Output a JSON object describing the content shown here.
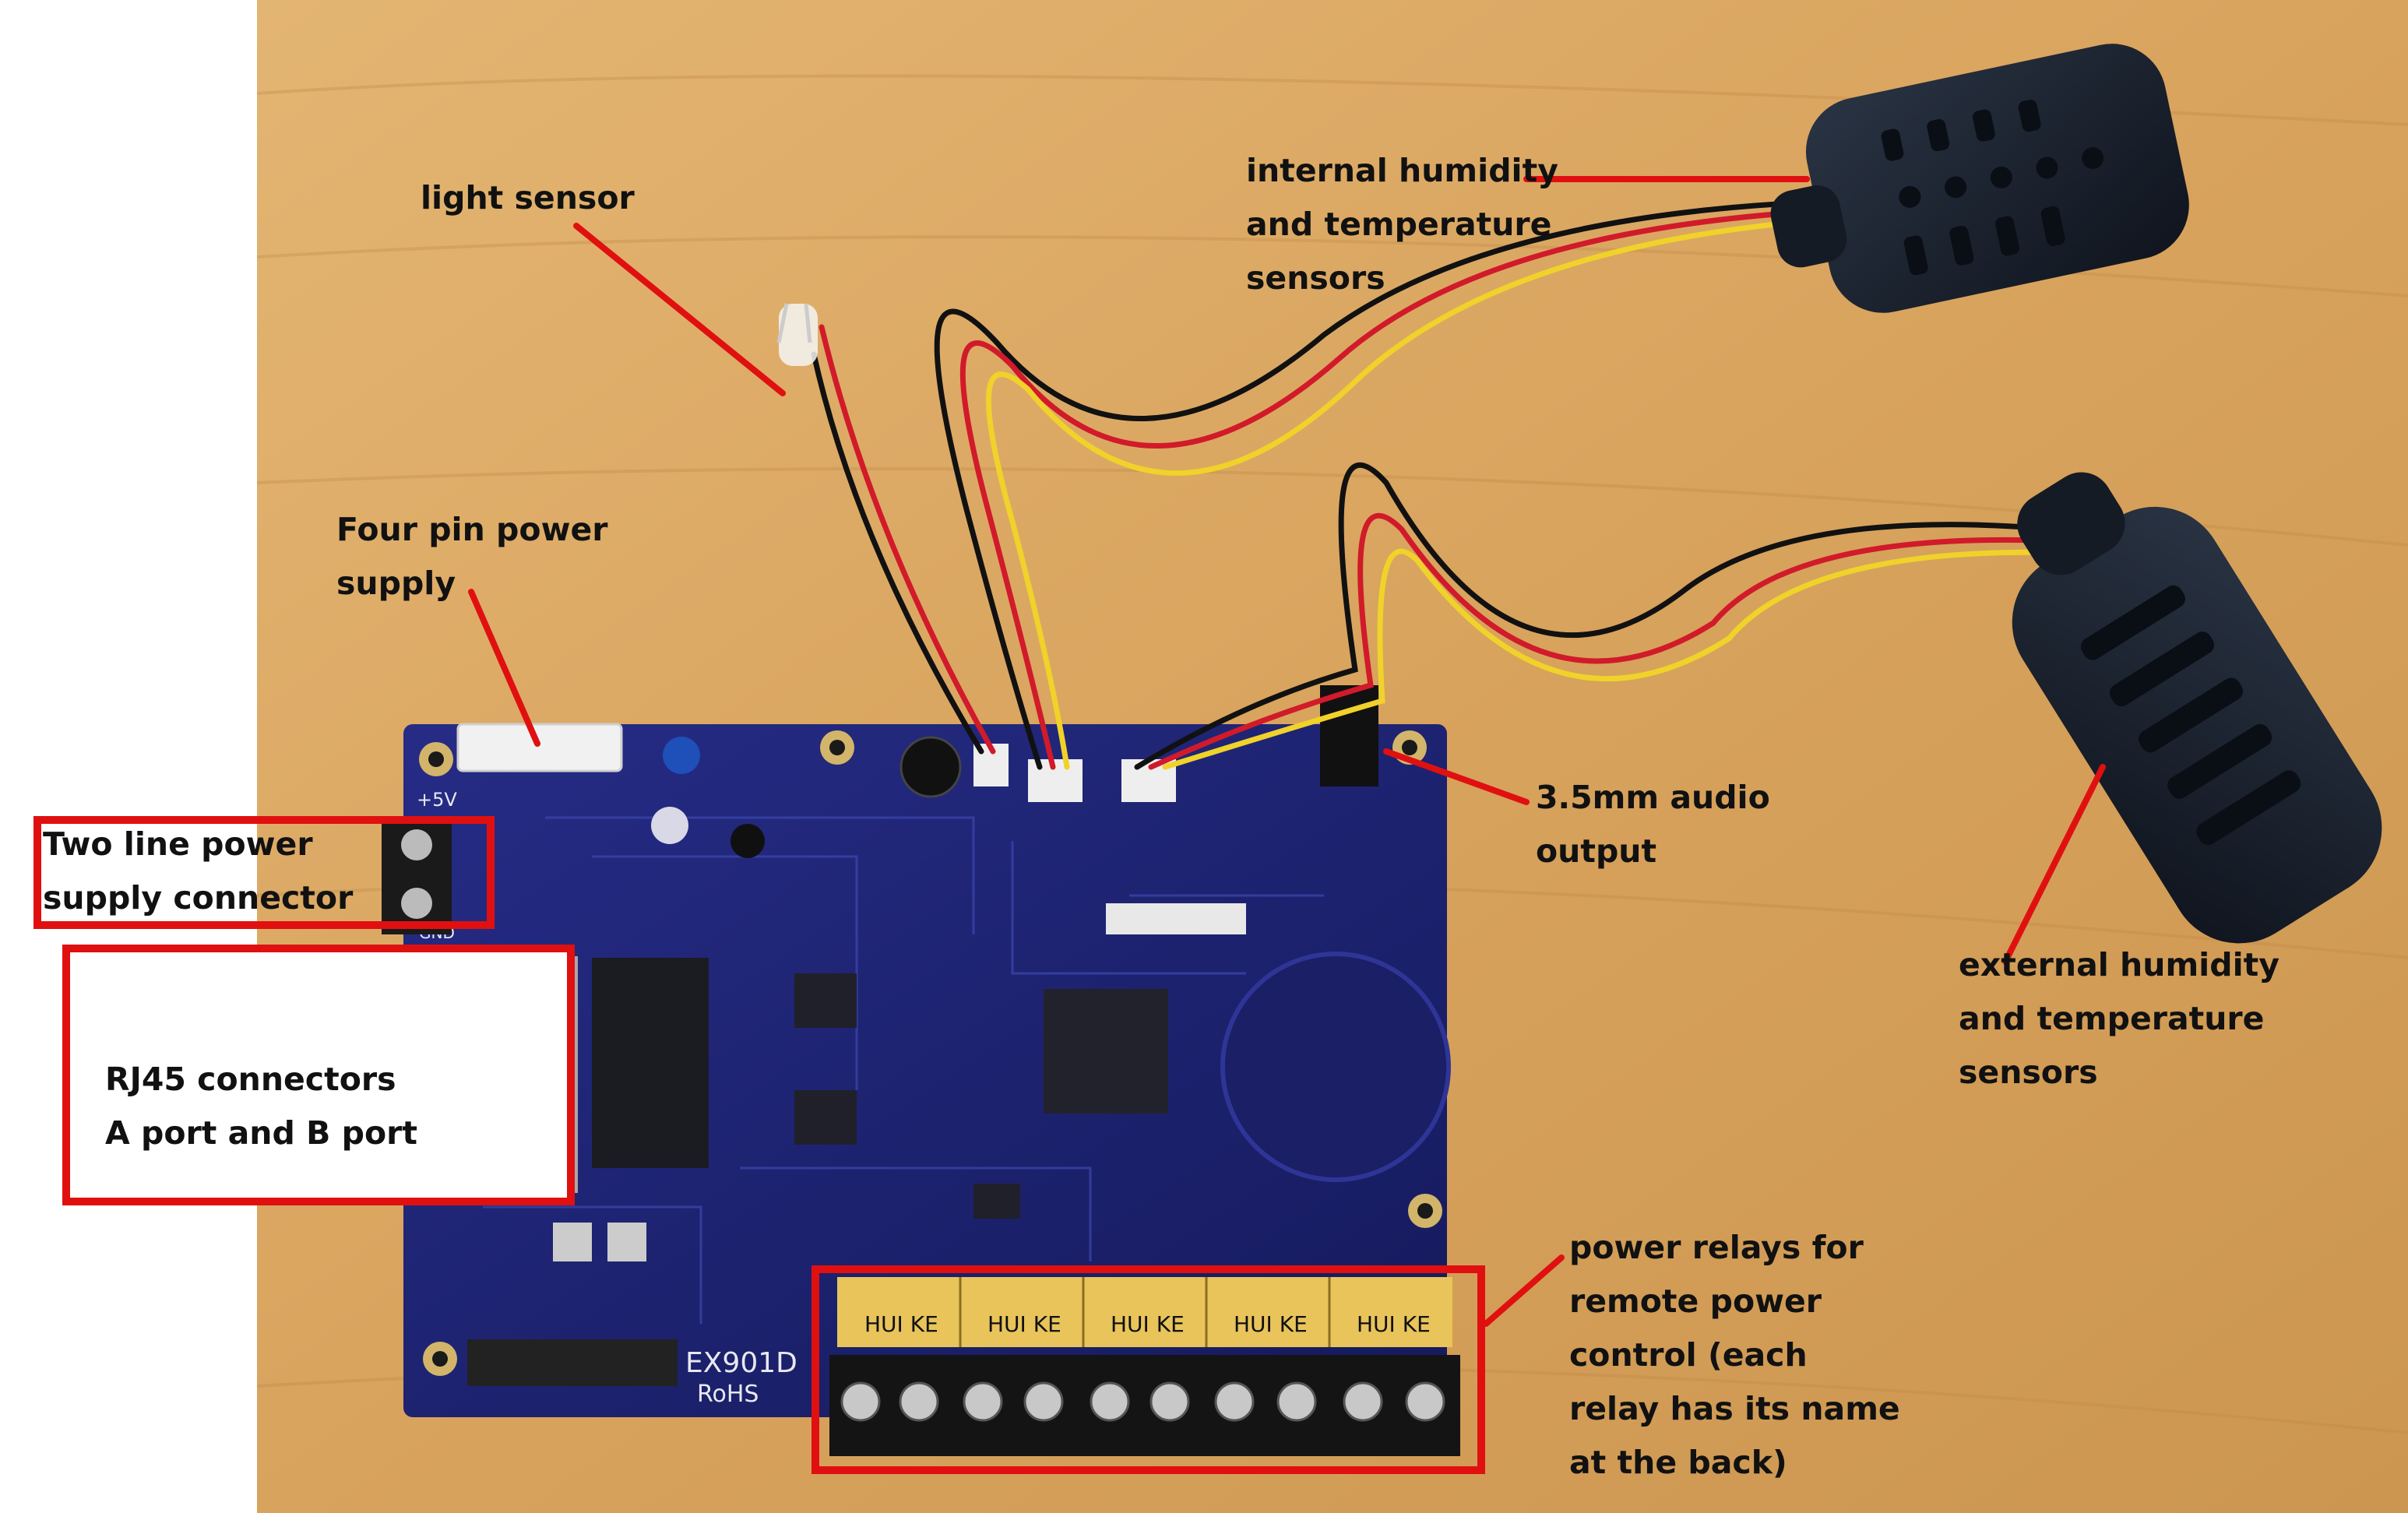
{
  "labels": {
    "light_sensor": [
      "light sensor"
    ],
    "internal_sensors": [
      "internal humidity",
      "and temperature",
      "sensors"
    ],
    "four_pin_power": [
      "Four pin power",
      "supply"
    ],
    "two_line_power": [
      "Two line power",
      "supply connector"
    ],
    "rj45": [
      "RJ45 connectors",
      "A port and B port"
    ],
    "audio_output": [
      "3.5mm audio",
      "output"
    ],
    "external_sensors": [
      "external humidity",
      "and temperature",
      "sensors"
    ],
    "power_relays": [
      "power relays for",
      "remote power",
      "control (each",
      "relay has its name",
      "at the back)"
    ]
  },
  "board": {
    "model": "EX901D",
    "compliance": "RoHS",
    "silk_5v": "+5V",
    "silk_gnd": "GND",
    "relay_marking": "HUI KE"
  },
  "colors": {
    "table": "#d9a560",
    "board": "#1d2270",
    "annotation": "#e01010",
    "sensor_housing": "#1a2230"
  }
}
